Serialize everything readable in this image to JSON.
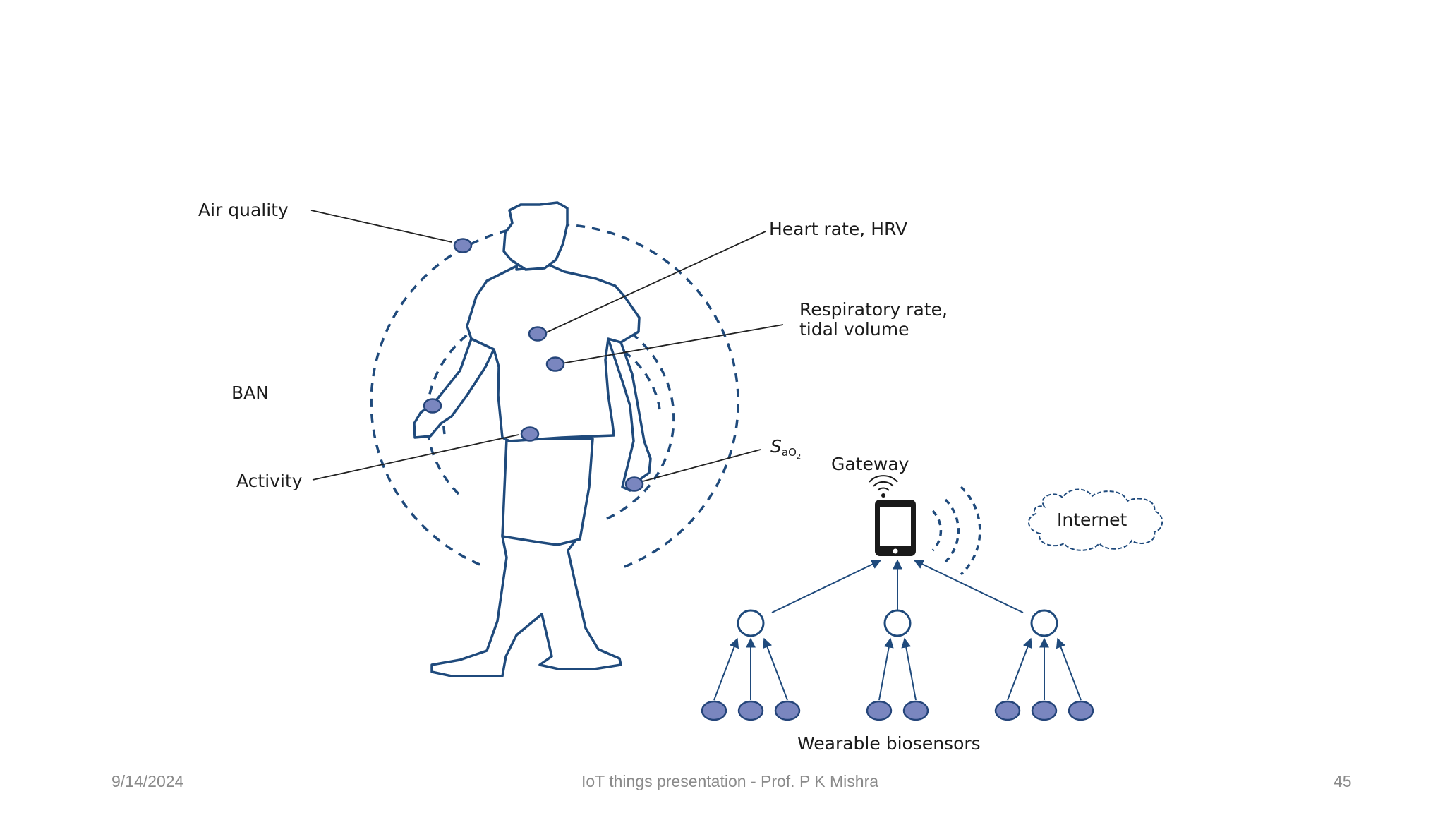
{
  "diagram": {
    "labels": {
      "air_quality": "Air quality",
      "heart_rate": "Heart rate, HRV",
      "respiratory_line1": "Respiratory rate,",
      "respiratory_line2": "tidal volume",
      "ban": "BAN",
      "activity": "Activity",
      "sao2_main": "S",
      "sao2_sub": "aO",
      "sao2_subsub": "2",
      "gateway": "Gateway",
      "internet": "Internet",
      "wearable": "Wearable biosensors"
    },
    "colors": {
      "line": "#1f4a7c",
      "sensor_fill": "#7a86bf",
      "sensor_stroke": "#25457a",
      "phone": "#1a1a1a",
      "leader": "#222222"
    },
    "icons": {
      "gateway": "smartphone-icon",
      "internet": "cloud-icon",
      "wireless": "wifi-waves-icon"
    }
  },
  "footer": {
    "date": "9/14/2024",
    "title": "IoT things presentation - Prof. P K Mishra",
    "page": "45"
  }
}
